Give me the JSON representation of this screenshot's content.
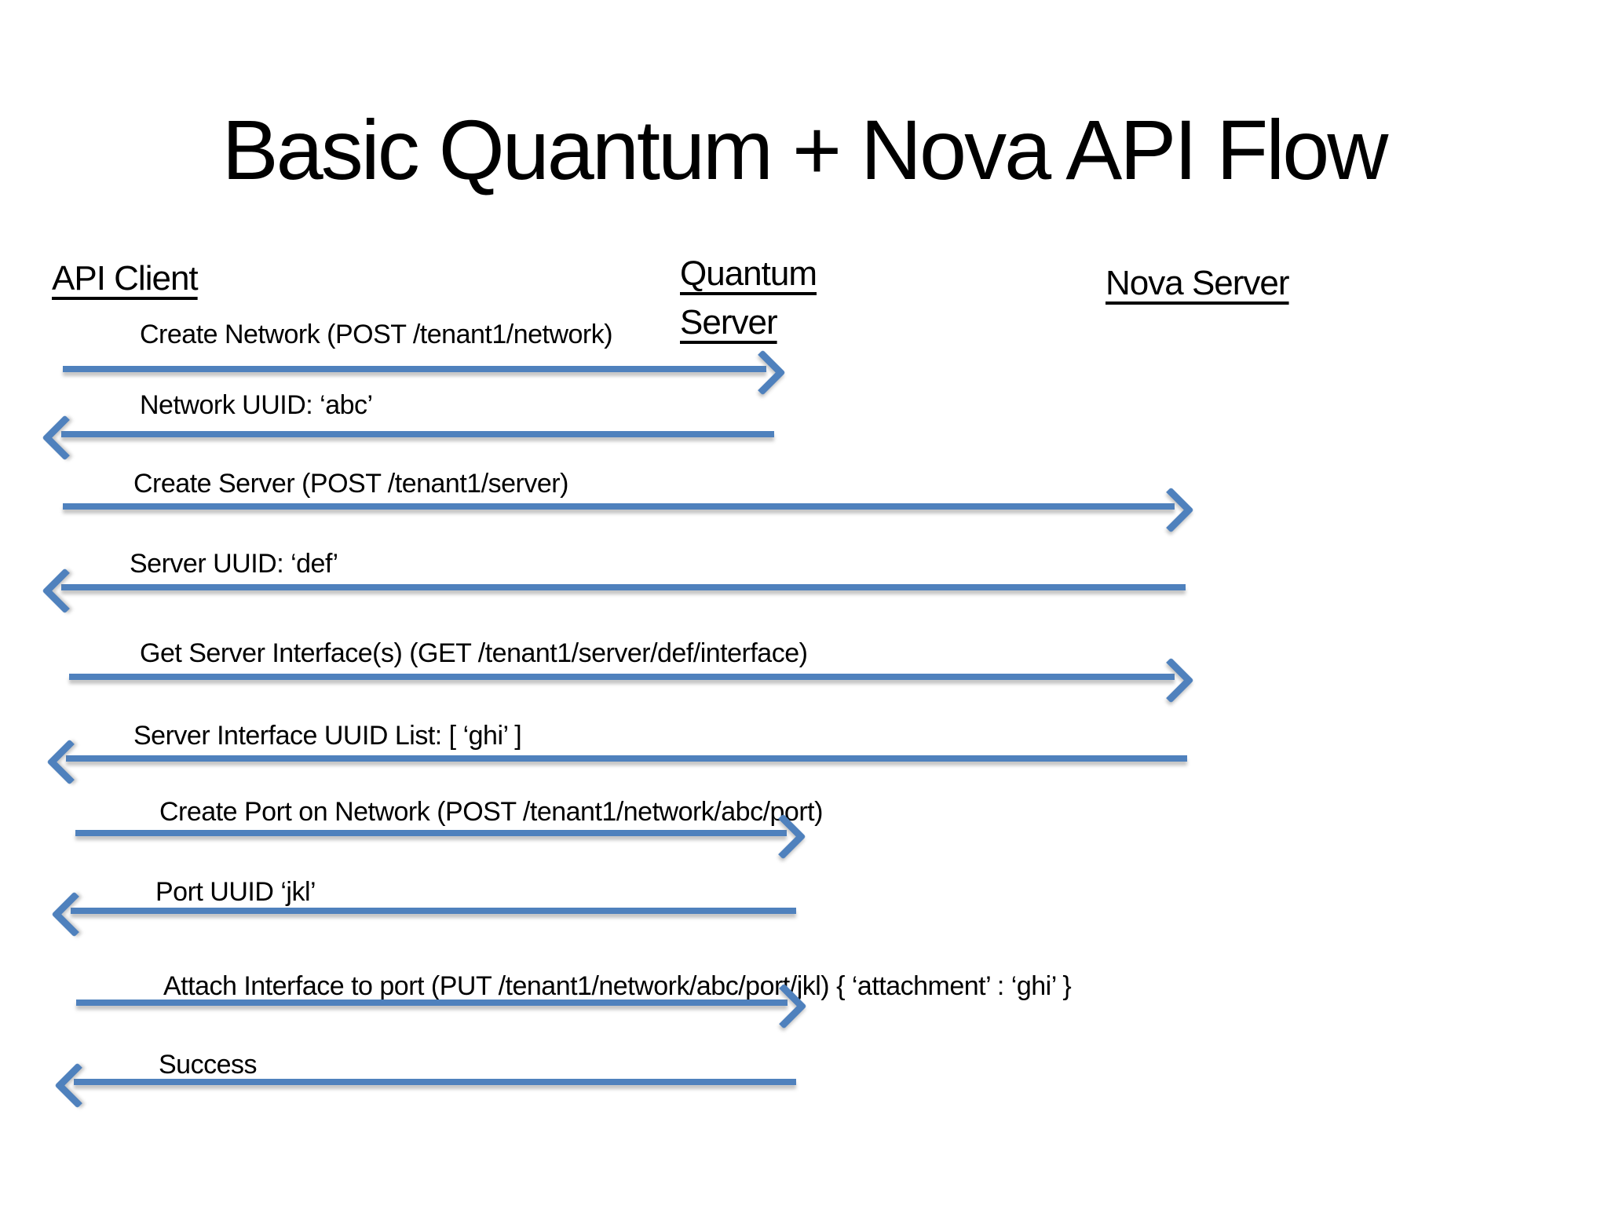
{
  "title": "Basic Quantum + Nova API Flow",
  "actors": [
    {
      "name": "API Client"
    },
    {
      "name": "Quantum Server"
    },
    {
      "name": "Nova Server"
    }
  ],
  "messages": [
    {
      "label": "Create Network (POST /tenant1/network)",
      "from": "API Client",
      "to": "Quantum Server",
      "direction": "right"
    },
    {
      "label": "Network UUID: ‘abc’",
      "from": "Quantum Server",
      "to": "API Client",
      "direction": "left"
    },
    {
      "label": "Create Server (POST /tenant1/server)",
      "from": "API Client",
      "to": "Nova Server",
      "direction": "right"
    },
    {
      "label": "Server UUID: ‘def’",
      "from": "Nova Server",
      "to": "API Client",
      "direction": "left"
    },
    {
      "label": "Get Server Interface(s) (GET /tenant1/server/def/interface)",
      "from": "API Client",
      "to": "Nova Server",
      "direction": "right"
    },
    {
      "label": "Server Interface UUID List: [ ‘ghi’ ]",
      "from": "Nova Server",
      "to": "API Client",
      "direction": "left"
    },
    {
      "label": "Create Port on Network (POST /tenant1/network/abc/port)",
      "from": "API Client",
      "to": "Quantum Server",
      "direction": "right"
    },
    {
      "label": "Port UUID ‘jkl’",
      "from": "Quantum Server",
      "to": "API Client",
      "direction": "left"
    },
    {
      "label": "Attach Interface to port (PUT /tenant1/network/abc/port/jkl) { ‘attachment’ : ‘ghi’ }",
      "from": "API Client",
      "to": "Quantum Server",
      "direction": "right"
    },
    {
      "label": "Success",
      "from": "Quantum Server",
      "to": "API Client",
      "direction": "left"
    }
  ],
  "colors": {
    "arrow": "#4f81bd",
    "text": "#000000",
    "background": "#ffffff"
  }
}
